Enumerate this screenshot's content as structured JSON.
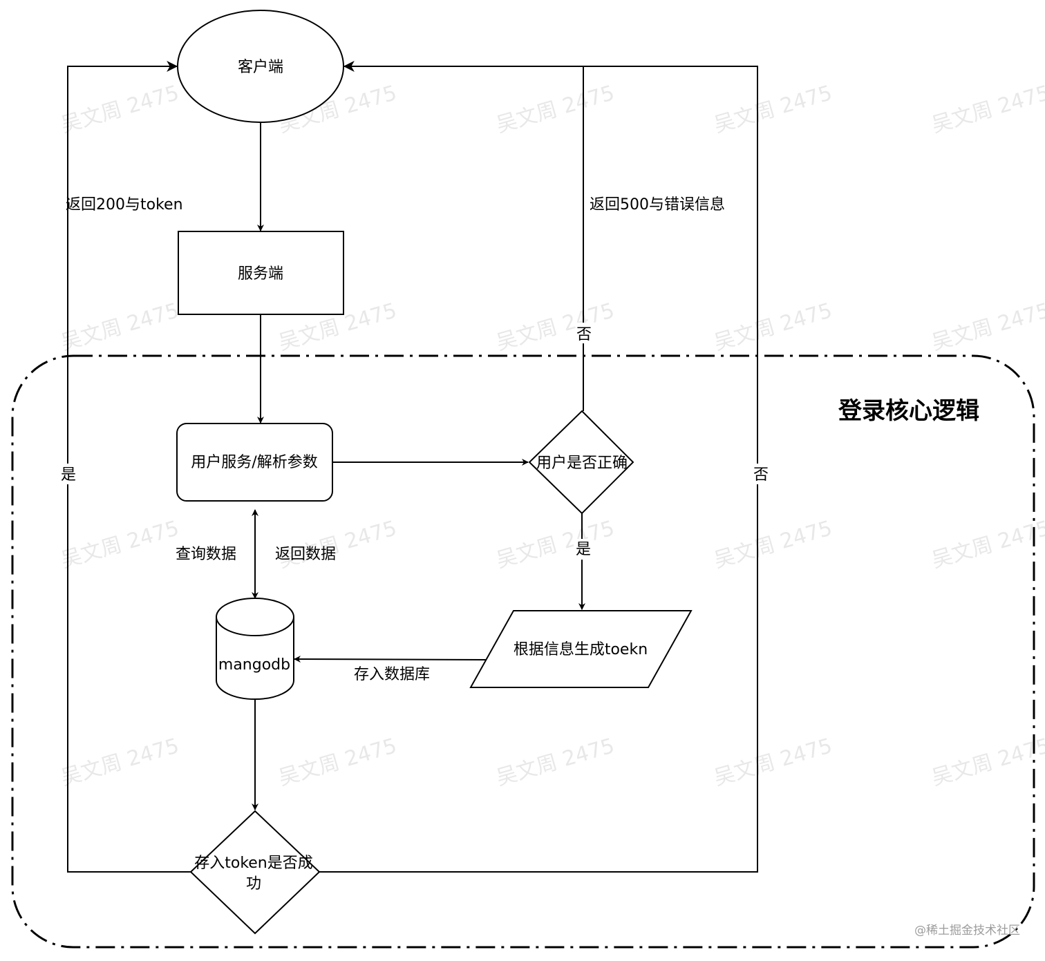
{
  "diagram": {
    "region_title": "登录核心逻辑",
    "nodes": {
      "client": "客户端",
      "server": "服务端",
      "user_service": "用户服务/解析参数",
      "user_check": "用户是否正确",
      "generate_token": "根据信息生成toekn",
      "database": "mangodb",
      "token_stored_line1": "存入token是否成",
      "token_stored_line2": "功"
    },
    "edge_labels": {
      "return_200": "返回200与token",
      "return_500": "返回500与错误信息",
      "yes_left": "是",
      "no_top": "否",
      "no_right": "否",
      "yes_check": "是",
      "query_data": "查询数据",
      "return_data": "返回数据",
      "store_db": "存入数据库"
    },
    "watermark_text": "吴文周 2475",
    "site_mark": "@稀土掘金技术社区"
  }
}
